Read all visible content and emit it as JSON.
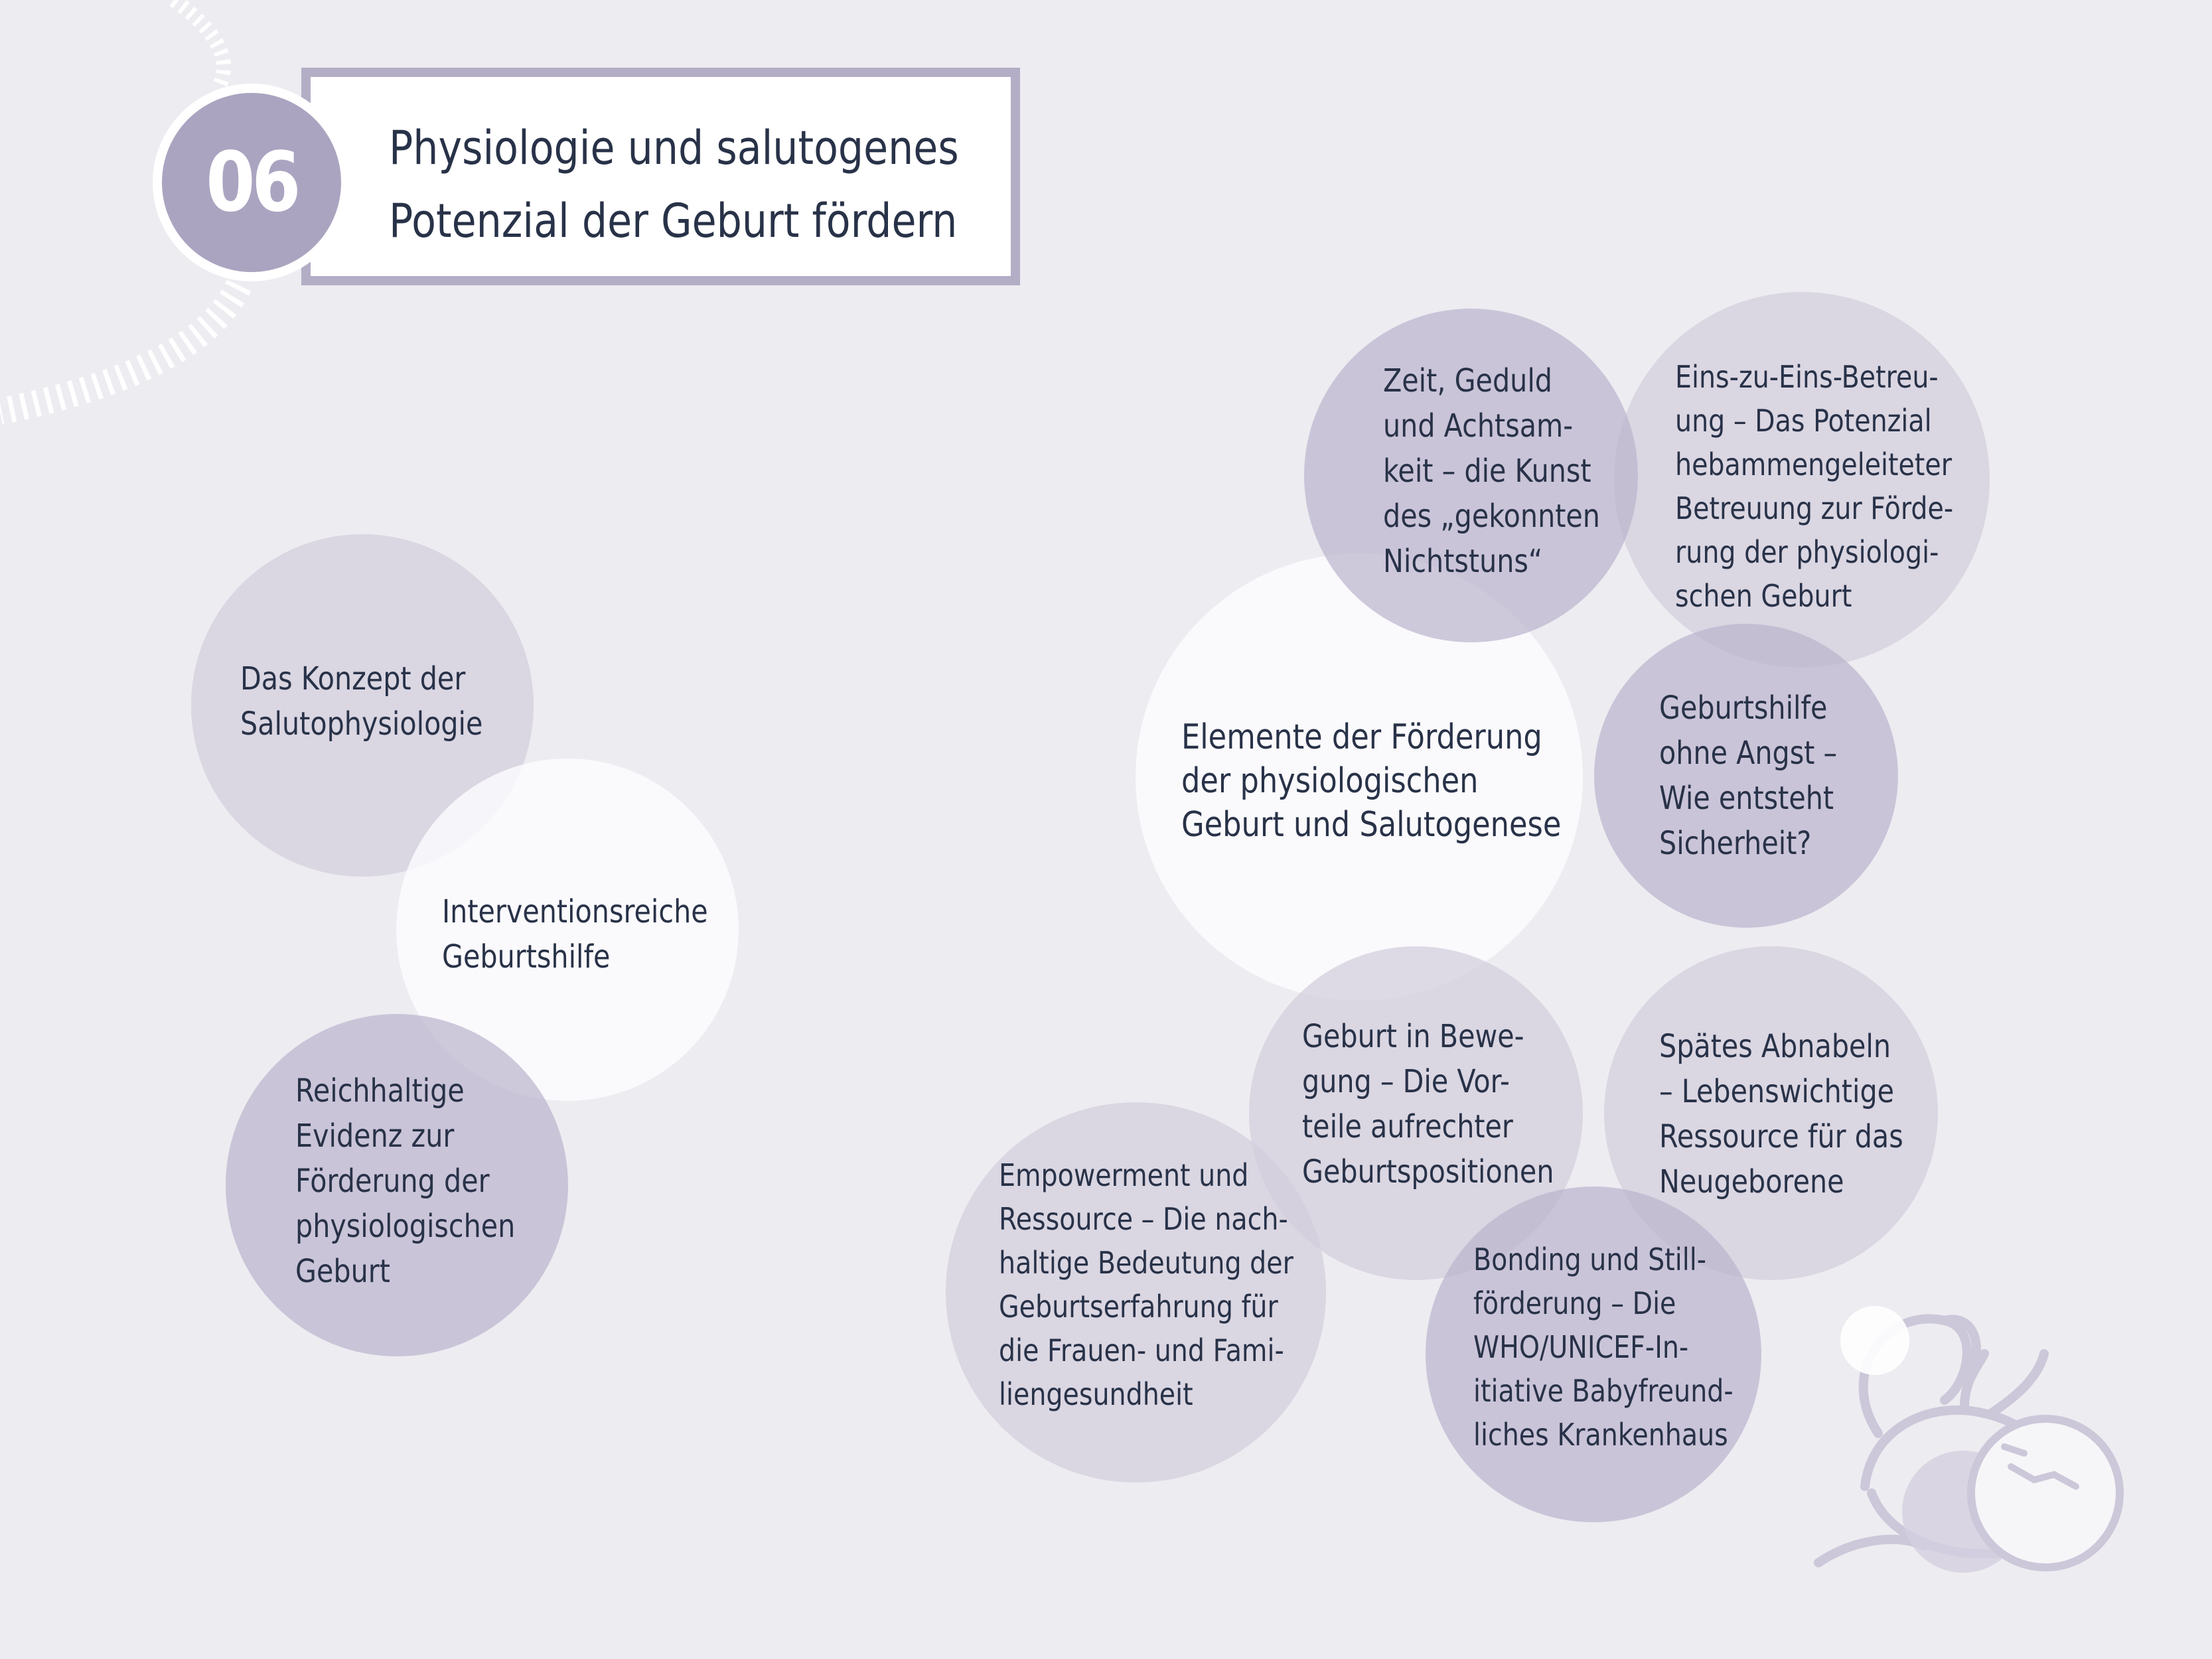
{
  "chapter": {
    "number": "06",
    "title_lines": [
      "Physiologie und salutogenes",
      "Potenzial der Geburt fördern"
    ]
  },
  "left_cluster": [
    {
      "lines": [
        "Das Konzept der",
        "Salutophysiologie"
      ],
      "style": "light"
    },
    {
      "lines": [
        "Interventionsreiche",
        "Geburtshilfe"
      ],
      "style": "white"
    },
    {
      "lines": [
        "Reichhaltige",
        "Evidenz zur",
        "Förderung der",
        "physiologischen",
        "Geburt"
      ],
      "style": "mid"
    }
  ],
  "right_cluster": {
    "center": {
      "lines": [
        "Elemente der Förderung",
        "der physiologischen",
        "Geburt und Salutogenese"
      ],
      "style": "white"
    },
    "elements": [
      {
        "lines": [
          "Zeit, Geduld",
          "und Achtsam-",
          "keit – die Kunst",
          "des „gekonnten",
          "Nichtstuns“"
        ],
        "style": "mid"
      },
      {
        "lines": [
          "Eins-zu-Eins-Betreu-",
          "ung – Das Potenzial",
          "hebammengeleiteter",
          "Betreuung zur Förde-",
          "rung der physiologi-",
          "schen Geburt"
        ],
        "style": "light"
      },
      {
        "lines": [
          "Geburtshilfe",
          "ohne Angst –",
          "Wie entsteht",
          "Sicherheit?"
        ],
        "style": "mid"
      },
      {
        "lines": [
          "Geburt in Bewe-",
          "gung – Die Vor-",
          "teile aufrechter",
          "Geburtspositionen"
        ],
        "style": "light"
      },
      {
        "lines": [
          "Spätes Abnabeln",
          "– Lebenswichtige",
          "Ressource für das",
          "Neugeborene"
        ],
        "style": "light"
      },
      {
        "lines": [
          "Empowerment und",
          "Ressource – Die nach-",
          "haltige Bedeutung der",
          "Geburtserfahrung für",
          "die Frauen- und Fami-",
          "liengesundheit"
        ],
        "style": "light"
      },
      {
        "lines": [
          "Bonding und Still-",
          "förderung – Die",
          "WHO/UNICEF-In-",
          "itiative Babyfreund-",
          "liches Krankenhaus"
        ],
        "style": "mid"
      }
    ]
  },
  "icons": {
    "decoration": "dashed-arc-decoration",
    "illustration": "mother-baby-line-art-icon"
  },
  "colors": {
    "background": "#edecf1",
    "badge": "#aba4c0",
    "title_border": "#b3adc6",
    "text": "#283248",
    "bubble_light": "#d2cddc",
    "bubble_mid": "#bab4cd",
    "bubble_white": "#fdfdff"
  }
}
